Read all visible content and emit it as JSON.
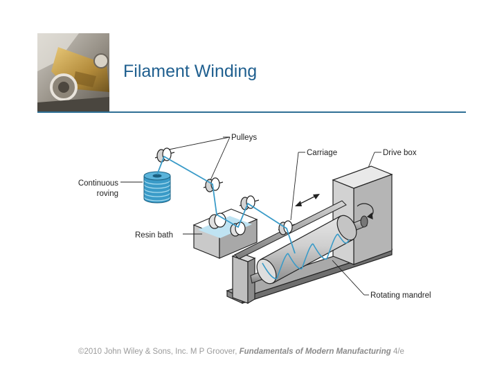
{
  "slide": {
    "title": "Filament Winding",
    "accent_color": "#1f5f8f",
    "rule_color": "#2e6f95",
    "fiber_color": "#3a9bc8"
  },
  "header_image": {
    "icon": "machined-metal-part-photo"
  },
  "diagram": {
    "labels": {
      "pulleys": "Pulleys",
      "carriage": "Carriage",
      "drive_box": "Drive box",
      "continuous_roving_line1": "Continuous",
      "continuous_roving_line2": "roving",
      "resin_bath": "Resin bath",
      "rotating_mandrel": "Rotating mandrel"
    }
  },
  "footer": {
    "copyright": "©2010 John Wiley & Sons, Inc.  M P Groover, ",
    "book_title": "Fundamentals of Modern Manufacturing",
    "edition": " 4/e"
  }
}
